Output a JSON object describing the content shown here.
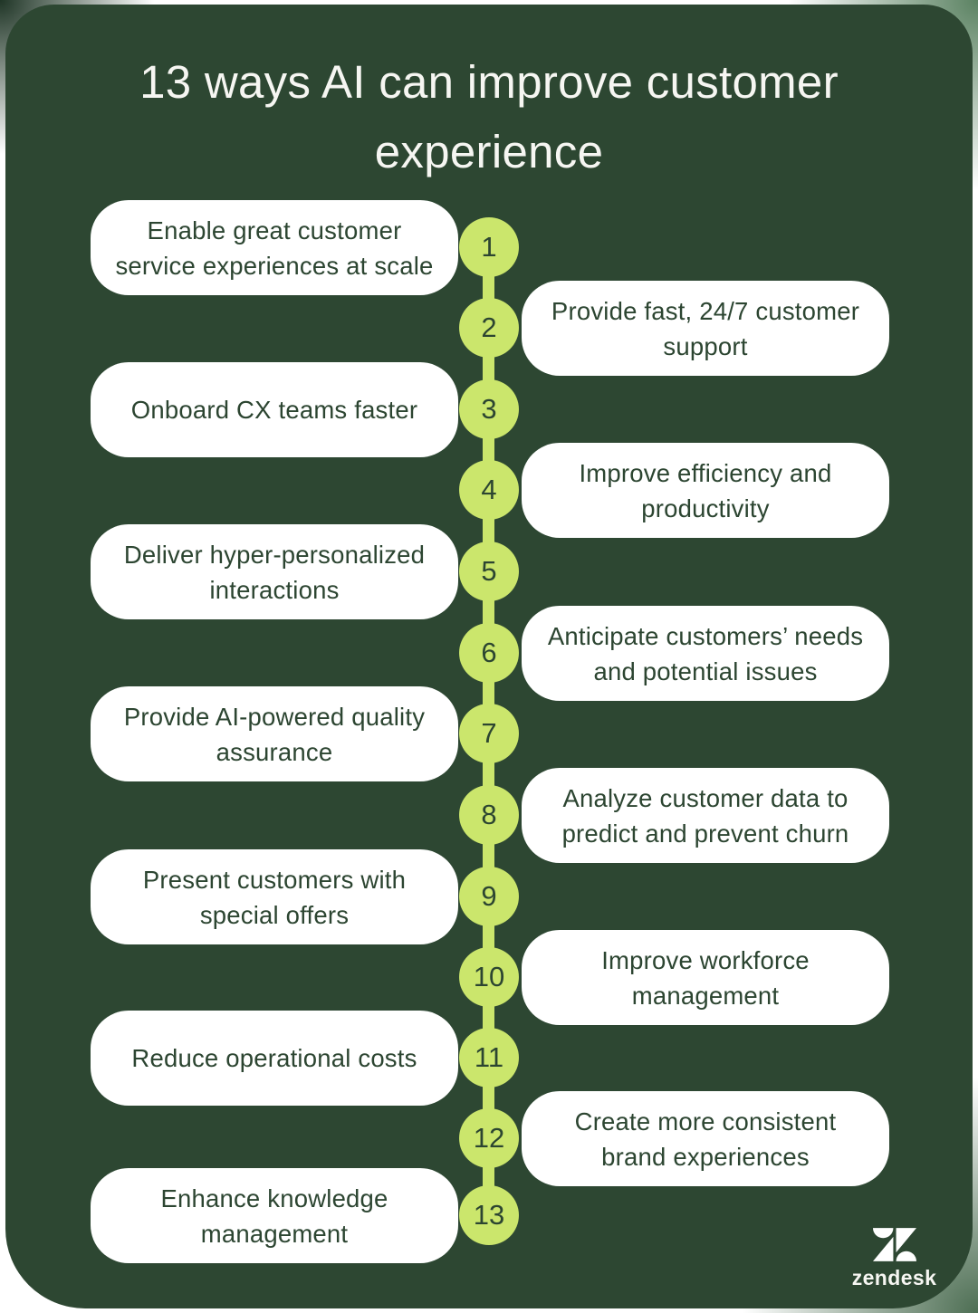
{
  "page": {
    "title": "13 ways AI can improve customer experience"
  },
  "brand": {
    "wordmark": "zendesk"
  },
  "colors": {
    "card_background": "#2D4732",
    "accent_lime": "#CBE66C",
    "box_background": "#FFFFFF",
    "text_dark_green": "#2C4531",
    "title_text": "#F6F6F2"
  },
  "timeline": {
    "items": [
      {
        "number": "1",
        "side": "left",
        "label": "Enable great customer\nservice experiences at scale"
      },
      {
        "number": "2",
        "side": "right",
        "label": "Provide fast, 24/7 customer\nsupport"
      },
      {
        "number": "3",
        "side": "left",
        "label": "Onboard CX teams faster"
      },
      {
        "number": "4",
        "side": "right",
        "label": "Improve efficiency and\nproductivity"
      },
      {
        "number": "5",
        "side": "left",
        "label": "Deliver hyper-personalized\ninteractions"
      },
      {
        "number": "6",
        "side": "right",
        "label": "Anticipate customers’ needs\nand potential issues"
      },
      {
        "number": "7",
        "side": "left",
        "label": "Provide AI-powered quality\nassurance"
      },
      {
        "number": "8",
        "side": "right",
        "label": "Analyze customer data to\npredict and prevent churn"
      },
      {
        "number": "9",
        "side": "left",
        "label": "Present customers with\nspecial offers"
      },
      {
        "number": "10",
        "side": "right",
        "label": "Improve workforce\nmanagement"
      },
      {
        "number": "11",
        "side": "left",
        "label": "Reduce operational costs"
      },
      {
        "number": "12",
        "side": "right",
        "label": "Create more consistent\nbrand experiences"
      },
      {
        "number": "13",
        "side": "left",
        "label": "Enhance knowledge\nmanagement"
      }
    ]
  }
}
